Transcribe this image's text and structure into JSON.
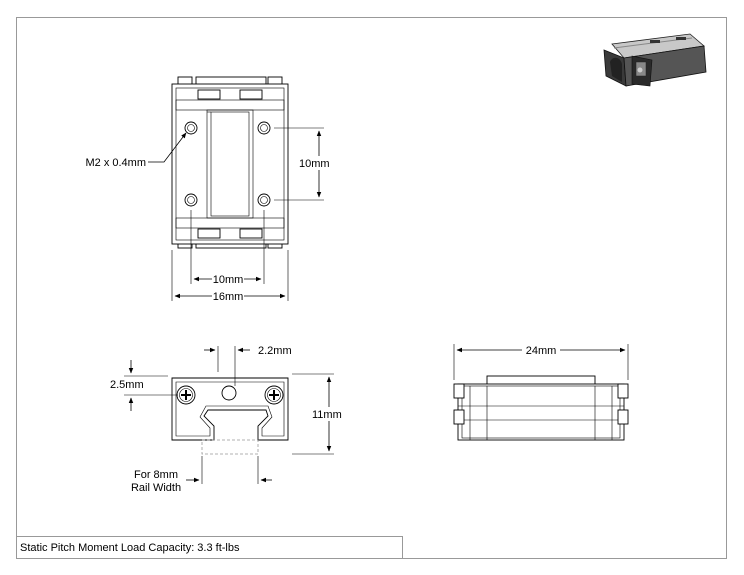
{
  "annotations": {
    "thread": "M2 x 0.4mm",
    "hole_spacing_v": "10mm",
    "hole_spacing_h": "10mm",
    "width": "16mm",
    "offset": "2.2mm",
    "top_offset": "2.5mm",
    "height": "11mm",
    "length": "24mm",
    "rail_note_1": "For 8mm",
    "rail_note_2": "Rail Width"
  },
  "footer": {
    "text": "Static Pitch Moment Load Capacity: 3.3 ft-lbs"
  }
}
